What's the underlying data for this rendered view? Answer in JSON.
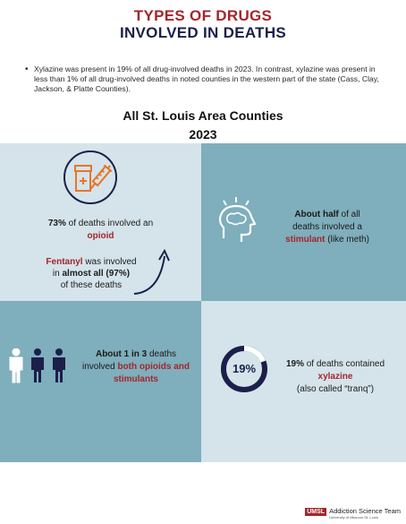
{
  "header": {
    "title_line1": "TYPES OF DRUGS",
    "title_line2": "INVOLVED IN DEATHS"
  },
  "intro": {
    "bullet": "Xylazine was present in 19% of all drug-involved deaths in 2023. In contrast, xylazine was present in less than 1% of all drug-involved deaths in noted counties in the western part of the state (Cass, Clay, Jackson, & Platte Counties)."
  },
  "section": {
    "heading": "All St. Louis Area Counties",
    "year": "2023"
  },
  "panels": {
    "opioid": {
      "percent": "73%",
      "text_a": " of deaths involved an",
      "highlight": "opioid"
    },
    "fentanyl": {
      "highlight": "Fentanyl",
      "text_a": " was involved",
      "text_b": "in ",
      "bold": "almost all (97%)",
      "text_c": "of these deaths"
    },
    "stimulant": {
      "bold": "About half",
      "text_a": " of all",
      "text_b": "deaths involved a",
      "highlight": "stimulant",
      "text_c": " (like meth)"
    },
    "both": {
      "bold": "About 1 in 3",
      "text_a": " deaths",
      "text_b": "involved ",
      "highlight": "both opioids and stimulants"
    },
    "xylazine": {
      "ring_label": "19%",
      "ring_fraction": 0.19,
      "percent": "19%",
      "text_a": " of deaths contained",
      "highlight": "xylazine",
      "text_b": "(also called “tranq”)"
    }
  },
  "footer": {
    "logo_mark": "UMSL",
    "logo_text": "Addiction Science Team",
    "logo_sub": "University of Missouri-St. Louis"
  },
  "colors": {
    "red": "#a3262b",
    "navy": "#1b1f4a",
    "light_panel": "#d4e4ea",
    "dark_panel": "#7faebc",
    "orange": "#e8742a"
  }
}
